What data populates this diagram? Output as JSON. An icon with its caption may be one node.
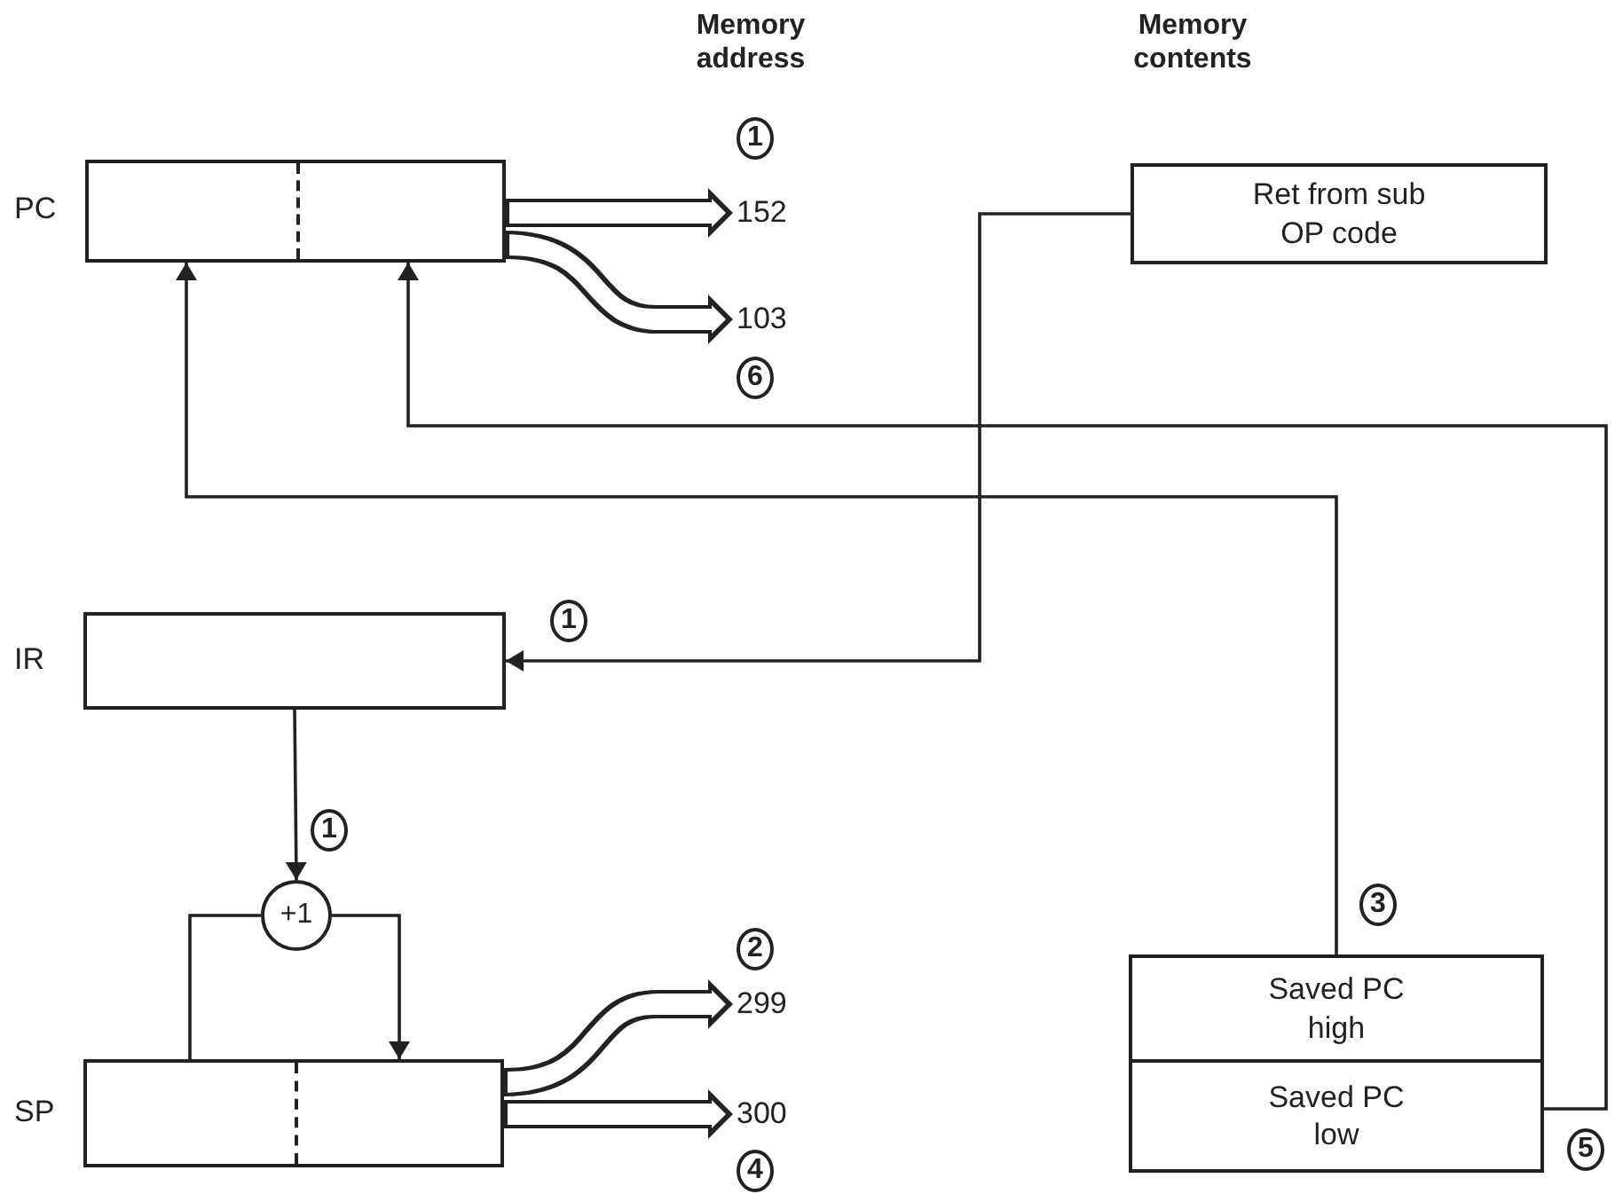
{
  "diagram": {
    "nodes": [
      {
        "text": [],
        "shape": "box",
        "beside": [
          "PC"
        ]
      },
      {
        "text": [
          "152"
        ]
      },
      {
        "text": [
          "103"
        ]
      },
      {
        "text": [
          "Ret from sub OP code"
        ]
      },
      {
        "text": [],
        "shape": "box",
        "beside": [
          "IR"
        ]
      },
      {
        "text": [
          "+1"
        ]
      },
      {
        "text": [],
        "shape": "box",
        "beside": [
          "SP"
        ]
      },
      {
        "text": [
          "299"
        ]
      },
      {
        "text": [
          "300"
        ]
      },
      {
        "text": [
          "Saved PC high"
        ]
      },
      {
        "text": [
          "Saved PC low"
        ]
      }
    ],
    "edges": [
      {
        "from": 0,
        "to": 1,
        "arrow": "to",
        "style": "thick"
      },
      {
        "from": 0,
        "to": 2,
        "arrow": "to",
        "style": "thick"
      },
      {
        "from": 3,
        "to": 4,
        "arrow": "to"
      },
      {
        "from": 4,
        "to": 5,
        "arrow": "to"
      },
      {
        "from": 5,
        "to": 6,
        "arrow": "to"
      },
      {
        "from": 6,
        "to": 5,
        "arrow": "none"
      },
      {
        "from": 6,
        "to": 7,
        "arrow": "to",
        "style": "thick"
      },
      {
        "from": 6,
        "to": 8,
        "arrow": "to",
        "style": "thick"
      },
      {
        "from": 9,
        "to": 0,
        "arrow": "to"
      },
      {
        "from": 10,
        "to": 0,
        "arrow": "to"
      }
    ],
    "labels": [
      "Memory address",
      "Memory contents",
      "1",
      "6",
      "1",
      "1",
      "3",
      "2",
      "5",
      "4"
    ]
  }
}
